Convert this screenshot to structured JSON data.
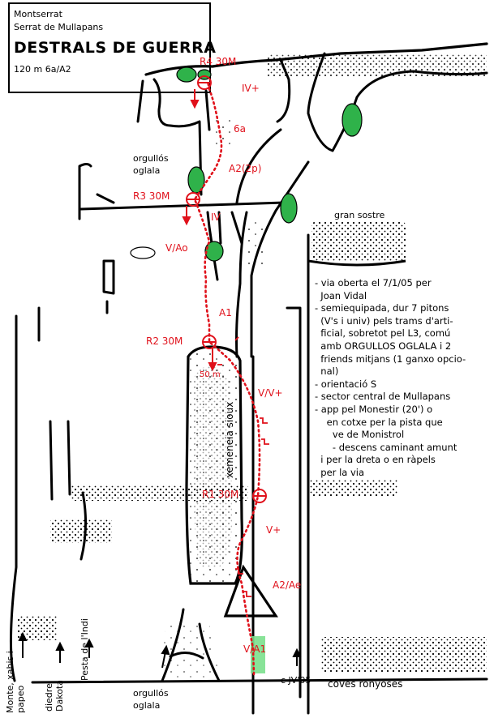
{
  "header": {
    "region": "Montserrat",
    "sector": "Serrat de Mullapans",
    "route_name": "DESTRALS DE GUERRA",
    "grade": "120 m 6a/A2"
  },
  "belays": {
    "r4": "R4 30M",
    "r3": "R3 30M",
    "r2": "R2 30M",
    "r1": "R1 30M",
    "rappel": "50 m"
  },
  "grades": {
    "p4_top": "IV+",
    "p4_crux": "6a",
    "p4_aid": "A2(2p)",
    "p3_top": "IV",
    "p3_low": "V/Ao",
    "p2": "A1",
    "p1_upper": "V/V+",
    "p1_mid": "V+",
    "p1_aid": "A2/Ae",
    "p1_start": "V/A1"
  },
  "features": {
    "tree_label": "orgullós oglala",
    "roof_label": "gran sostre",
    "chimney_label": "xemeneia sioux",
    "base_tree_label": "orgullós oglala",
    "caves_label": "coves ronyoses",
    "signature": "c JV'05"
  },
  "neighbour_routes": {
    "r1": "Monte, xabis i papeo",
    "r2": "diedre Dakota",
    "r3": "Pesta de l'Indi"
  },
  "notes": [
    "- via oberta el 7/1/05 per",
    "  Joan Vidal",
    "- semiequipada, dur 7 pitons",
    "  (V's i univ) pels trams d'arti-",
    "  ficial, sobretot pel L3, comú",
    "  amb ORGULLOS OGLALA i 2",
    "  friends mitjans (1 ganxo opcio-",
    "  nal)",
    "- orientació S",
    "- sector central de Mullapans",
    "- app pel Monestir (20') o",
    "    en cotxe per la pista que",
    "      ve de Monistrol",
    "      - descens caminant amunt",
    "  i per la dreta o en ràpels",
    "  per la via"
  ],
  "colors": {
    "route": "#e0111b",
    "vegetation": "#2fb24a",
    "ink": "#000000",
    "highlight": "#7be08d"
  }
}
